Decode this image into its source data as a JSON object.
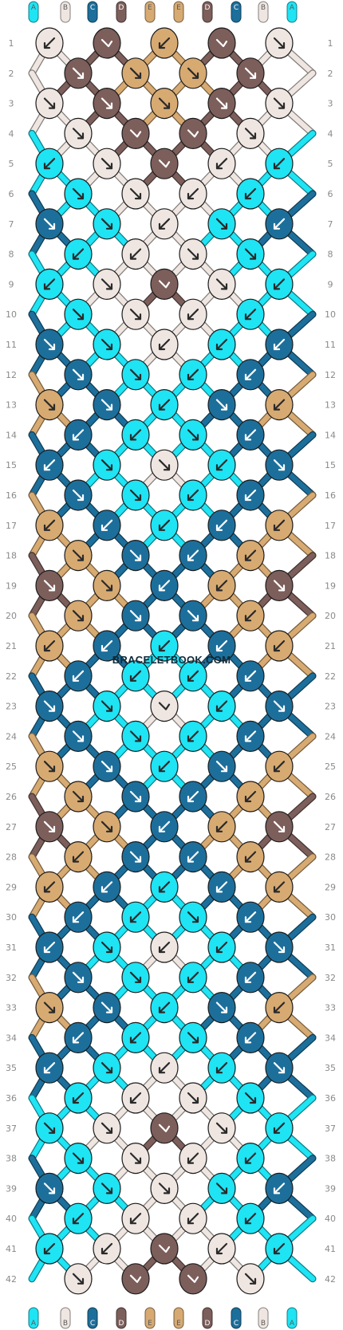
{
  "watermark": "BRACELETBOOK.COM",
  "colors": {
    "A": "#1ee4f4",
    "B": "#efe6e1",
    "C": "#1d6f9b",
    "D": "#7c5e5b",
    "E": "#d7aa72"
  },
  "strands_top": [
    "A",
    "B",
    "C",
    "D",
    "E",
    "E",
    "D",
    "C",
    "B",
    "A"
  ],
  "strands_bottom": [
    "A",
    "B",
    "C",
    "D",
    "E",
    "E",
    "D",
    "C",
    "B",
    "A"
  ],
  "row_numbers": [
    1,
    2,
    3,
    4,
    5,
    6,
    7,
    8,
    9,
    10,
    11,
    12,
    13,
    14,
    15,
    16,
    17,
    18,
    19,
    20,
    21,
    22,
    23,
    24,
    25,
    26,
    27,
    28,
    29,
    30,
    31,
    32,
    33,
    34,
    35,
    36,
    37,
    38,
    39,
    40,
    41,
    42
  ],
  "chart_data": {
    "type": "diagram",
    "title": "",
    "rows": 42,
    "knots_per_row": [
      5,
      4,
      5,
      4,
      5,
      4,
      5,
      4,
      5,
      4,
      5,
      4,
      5,
      4,
      5,
      4,
      5,
      4,
      5,
      4,
      5,
      4,
      5,
      4,
      5,
      4,
      5,
      4,
      5,
      4,
      5,
      4,
      5,
      4,
      5,
      4,
      5,
      4,
      5,
      4,
      5,
      4
    ],
    "knots": [
      [
        "B:sw",
        "D:n",
        "E:sw",
        "D:n",
        "B:se"
      ],
      [
        "D:se",
        "E:se",
        "E:se",
        "D:se"
      ],
      [
        "B:se",
        "D:se",
        "E:se",
        "D:se",
        "B:se"
      ],
      [
        "B:se",
        "D:n",
        "D:n",
        "B:se"
      ],
      [
        "A:sw",
        "B:se",
        "D:n",
        "B:sw",
        "A:sw"
      ],
      [
        "A:se",
        "B:se",
        "B:sw",
        "A:sw"
      ],
      [
        "C:se",
        "A:se",
        "B:sw",
        "A:se",
        "C:sw"
      ],
      [
        "A:sw",
        "B:sw",
        "B:se",
        "A:se"
      ],
      [
        "A:sw",
        "B:se",
        "D:n",
        "B:se",
        "A:sw"
      ],
      [
        "A:se",
        "B:se",
        "B:sw",
        "A:sw"
      ],
      [
        "C:se",
        "A:se",
        "B:sw",
        "A:sw",
        "C:sw"
      ],
      [
        "C:se",
        "A:se",
        "A:sw",
        "C:sw"
      ],
      [
        "E:se",
        "C:se",
        "A:sw",
        "C:se",
        "E:sw"
      ],
      [
        "C:sw",
        "A:sw",
        "A:se",
        "C:sw"
      ],
      [
        "C:sw",
        "A:se",
        "B:se",
        "A:sw",
        "C:se"
      ],
      [
        "C:se",
        "A:se",
        "A:sw",
        "C:sw"
      ],
      [
        "E:sw",
        "C:sw",
        "A:sw",
        "C:sw",
        "E:sw"
      ],
      [
        "E:se",
        "C:se",
        "C:sw",
        "E:sw"
      ],
      [
        "D:se",
        "E:se",
        "C:sw",
        "E:sw",
        "D:se"
      ],
      [
        "E:se",
        "C:se",
        "C:se",
        "E:sw"
      ],
      [
        "E:sw",
        "C:sw",
        "A:sw",
        "C:sw",
        "E:sw"
      ],
      [
        "C:sw",
        "A:sw",
        "A:sw",
        "C:sw"
      ],
      [
        "C:se",
        "A:se",
        "B:n",
        "A:sw",
        "C:se"
      ],
      [
        "C:se",
        "A:se",
        "A:sw",
        "C:sw"
      ],
      [
        "E:se",
        "C:se",
        "A:sw",
        "C:se",
        "E:sw"
      ],
      [
        "E:se",
        "C:se",
        "C:sw",
        "E:sw"
      ],
      [
        "D:se",
        "E:se",
        "C:sw",
        "E:sw",
        "D:se"
      ],
      [
        "E:sw",
        "C:se",
        "C:sw",
        "E:sw"
      ],
      [
        "E:sw",
        "C:sw",
        "A:sw",
        "C:sw",
        "E:sw"
      ],
      [
        "C:sw",
        "A:sw",
        "A:se",
        "C:sw"
      ],
      [
        "C:sw",
        "A:se",
        "B:sw",
        "A:sw",
        "C:se"
      ],
      [
        "C:se",
        "A:se",
        "A:sw",
        "C:sw"
      ],
      [
        "E:se",
        "C:se",
        "A:sw",
        "C:se",
        "E:sw"
      ],
      [
        "C:sw",
        "A:sw",
        "A:se",
        "C:sw"
      ],
      [
        "C:sw",
        "A:se",
        "B:sw",
        "A:sw",
        "C:se"
      ],
      [
        "A:sw",
        "B:sw",
        "B:se",
        "A:se"
      ],
      [
        "A:se",
        "B:se",
        "D:n",
        "B:se",
        "A:sw"
      ],
      [
        "A:se",
        "B:se",
        "B:sw",
        "A:sw"
      ],
      [
        "C:se",
        "A:se",
        "B:se",
        "A:se",
        "C:sw"
      ],
      [
        "A:sw",
        "B:sw",
        "B:sw",
        "A:sw"
      ],
      [
        "A:sw",
        "B:sw",
        "D:n",
        "B:sw",
        "A:sw"
      ],
      [
        "B:se",
        "D:n",
        "D:n",
        "B:se"
      ]
    ]
  }
}
